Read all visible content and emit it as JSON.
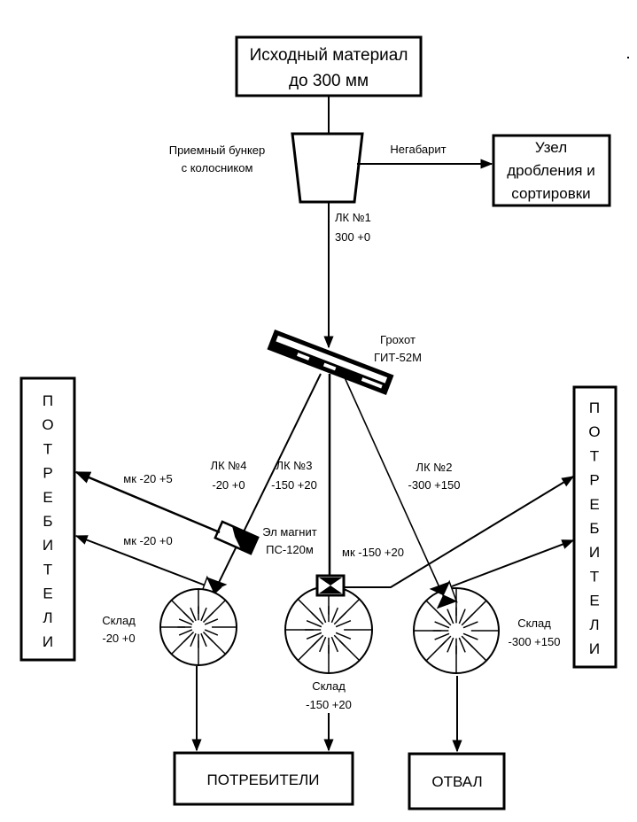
{
  "diagram": {
    "source_box": {
      "line1": "Исходный материал",
      "line2": "до 300 мм"
    },
    "hopper": {
      "label_line1": "Приемный бункер",
      "label_line2": "с колосником"
    },
    "oversize": {
      "label": "Негабарит"
    },
    "crushing_box": {
      "line1": "Узел",
      "line2": "дробления и",
      "line3": "сортировки"
    },
    "conveyor_1": {
      "name": "ЛК №1",
      "range": "300 +0"
    },
    "screen": {
      "line1": "Грохот",
      "line2": "ГИТ-52М"
    },
    "conveyor_4": {
      "name": "ЛК №4",
      "range": "-20 +0"
    },
    "conveyor_3": {
      "name": "ЛК №3",
      "range": "-150 +20"
    },
    "conveyor_2": {
      "name": "ЛК №2",
      "range": "-300 +150"
    },
    "magnet": {
      "line1": "Эл магнит",
      "line2": "ПС-120м"
    },
    "mk_left_top": "мк -20 +5",
    "mk_left_bottom": "мк -20 +0",
    "mk_center": "мк -150 +20",
    "stock_left": {
      "line1": "Склад",
      "line2": "-20 +0"
    },
    "stock_center": {
      "line1": "Склад",
      "line2": "-150 +20"
    },
    "stock_right": {
      "line1": "Склад",
      "line2": "-300 +150"
    },
    "consumers_left": [
      "П",
      "О",
      "Т",
      "Р",
      "Е",
      "Б",
      "И",
      "Т",
      "Е",
      "Л",
      "И"
    ],
    "consumers_right": [
      "П",
      "О",
      "Т",
      "Р",
      "Е",
      "Б",
      "И",
      "Т",
      "Е",
      "Л",
      "И"
    ],
    "consumers_bottom": "ПОТРЕБИТЕЛИ",
    "dump": "ОТВАЛ"
  }
}
